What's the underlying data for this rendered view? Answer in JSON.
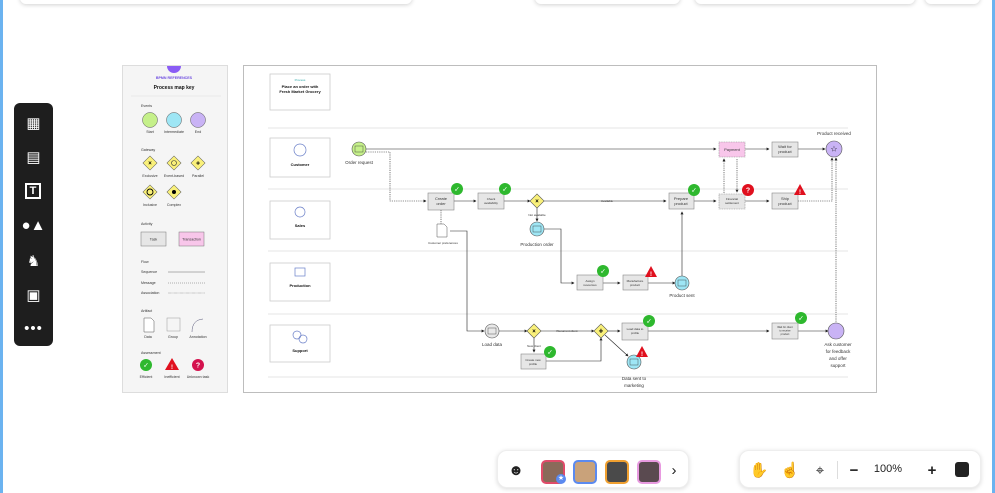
{
  "toolbar": {
    "items": [
      "templates",
      "sticky-note",
      "text",
      "shapes",
      "llama",
      "image",
      "more"
    ]
  },
  "legend": {
    "badge": "BPMN REFERENCES",
    "title": "Process map key",
    "events": {
      "label": "Events",
      "items": [
        "Start",
        "Intermediate",
        "End"
      ]
    },
    "gateway": {
      "label": "Gateway",
      "items": [
        "Exclusive",
        "Event-based",
        "Parallel",
        "Inclusive",
        "Complex"
      ]
    },
    "activity": {
      "label": "Activity",
      "items": [
        "Task",
        "Transaction"
      ]
    },
    "flow": {
      "label": "Flow",
      "items": [
        "Sequence",
        "Message",
        "Association"
      ]
    },
    "artifact": {
      "label": "Artifact",
      "items": [
        "Data",
        "Group",
        "Annotation"
      ]
    },
    "assessment": {
      "label": "Assessment",
      "items": [
        "Efficient",
        "Inefficient",
        "Unknown task"
      ]
    }
  },
  "diagram": {
    "process_tag": "Process",
    "process_title": [
      "Place an order with",
      "Fresh Market Grocery"
    ],
    "lanes": [
      "Customer",
      "Sales",
      "Production",
      "Support"
    ],
    "nodes": {
      "order_request": "Order request",
      "create_order": [
        "Create",
        "order"
      ],
      "check_availability": [
        "Check",
        "availability"
      ],
      "not_available": "Not available",
      "production_order": "Production order",
      "customer_preferences": "Customer preferences",
      "available": "Available",
      "prepare_product": [
        "Prepare",
        "product"
      ],
      "financial_settlement": [
        "Financial",
        "settlement"
      ],
      "ship_product": [
        "Ship",
        "product"
      ],
      "payment": "Payment",
      "wait_for_product": [
        "Wait for",
        "product"
      ],
      "product_received": "Product received",
      "assign_resources": [
        "Assign",
        "resources"
      ],
      "manufacture_product": [
        "Manufacture",
        "product"
      ],
      "product_sent": "Product sent",
      "load_data": "Load data",
      "recurrent_client": "Recurrent client",
      "new_client": "New client",
      "create_new_profile": [
        "Create new",
        "profile"
      ],
      "load_data_to_profile": [
        "Load data to",
        "profile"
      ],
      "data_sent": [
        "Data sent to",
        "marketing"
      ],
      "wait_for_client": [
        "Wait for client",
        "to receive",
        "product"
      ],
      "ask_customer": [
        "Ask customer",
        "for feedback",
        "and offer",
        "support"
      ]
    }
  },
  "collab": {
    "avatars": [
      "user-1",
      "user-2",
      "user-3",
      "user-4"
    ]
  },
  "zoom": {
    "level": "100%"
  },
  "colors": {
    "start": "#c5f08a",
    "intermediate": "#9ee6f5",
    "end": "#c9b3f5",
    "gateway": "#f9f07a",
    "transaction": "#f8c6ea",
    "ok": "#2eb82e",
    "warn": "#e0101e"
  }
}
